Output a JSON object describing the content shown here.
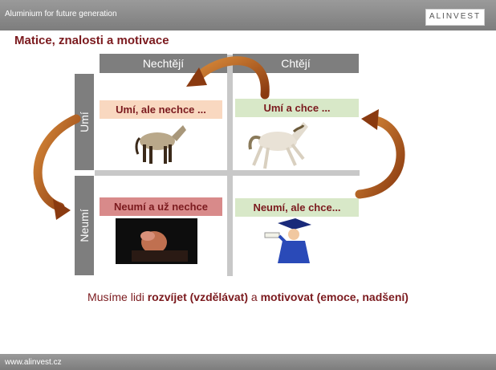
{
  "header": {
    "title": "Aluminium for future generation",
    "logo": "ALINVEST"
  },
  "page_title": "Matice, znalosti a motivace",
  "matrix": {
    "col_headers": [
      "Nechtějí",
      "Chtějí"
    ],
    "row_headers": [
      "Umí",
      "Neumí"
    ],
    "cells": {
      "top_left": "Umí, ale nechce ...",
      "top_right": "Umí a chce ...",
      "bottom_left": "Neumí a už nechce",
      "bottom_right": "Neumí, ale chce..."
    }
  },
  "icons": [
    "curved-arrow-icon",
    "horse-icon",
    "graduate-icon",
    "sleeping-person-icon"
  ],
  "colors": {
    "accent": "#7b1a1e",
    "arrow": "#b85a1a",
    "header_bar": "#7e7e7e"
  },
  "footer": {
    "text_prefix": "Musíme lidi ",
    "bold1": "rozvíjet (vzdělávat)",
    "mid": " a ",
    "bold2": "motivovat (emoce, nadšení)"
  },
  "bottom_url": "www.alinvest.cz"
}
